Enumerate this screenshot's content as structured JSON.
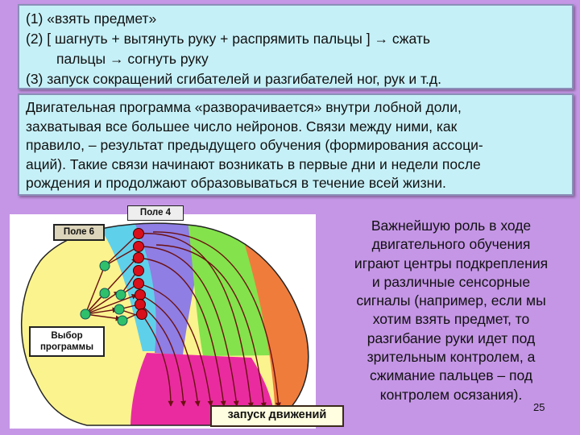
{
  "box1": {
    "line1": "(1) «взять предмет»",
    "line2": "(2) [ шагнуть + вытянуть руку + распрямить пальцы ] → сжать",
    "line3": "пальцы → согнуть руку",
    "line4": "(3) запуск сокращений сгибателей и разгибателей ног, рук и т.д."
  },
  "box2": {
    "lines": [
      "Двигательная программа «разворачивается» внутри лобной доли,",
      "захватывая все большее число нейронов. Связи между ними, как",
      "правило, – результат предыдущего обучения (формирования ассоци-",
      "аций). Такие связи начинают возникать в первые дни и недели после",
      "рождения и продолжают образовываться в течение всей жизни."
    ]
  },
  "right_text": {
    "lines": [
      "Важнейшую роль в ходе",
      "двигательного обучения",
      "играют центры подкрепления",
      "и различные сенсорные",
      "сигналы (например, если мы",
      "хотим взять предмет, то",
      "разгибание руки идет под",
      "зрительным контролем, а",
      "сжимание пальцев – под",
      "контролем осязания)."
    ]
  },
  "diagram": {
    "field4": "Поле 4",
    "field6": "Поле 6",
    "program_line1": "Выбор",
    "program_line2": "программы",
    "launch": "запуск движений"
  },
  "page_number": "25",
  "colors": {
    "background": "#c596e6",
    "text_box": "#c6f0f7",
    "lobe_yellow": "#fbf38e",
    "zone_cyan": "#5fd0ea",
    "zone_purple": "#8f7ee4",
    "zone_green": "#84e24c",
    "zone_orange": "#f07c3c",
    "zone_magenta": "#ea2ba0",
    "node_green": "#2fc06b",
    "node_red": "#d8101c",
    "arrow": "#6b1010"
  }
}
